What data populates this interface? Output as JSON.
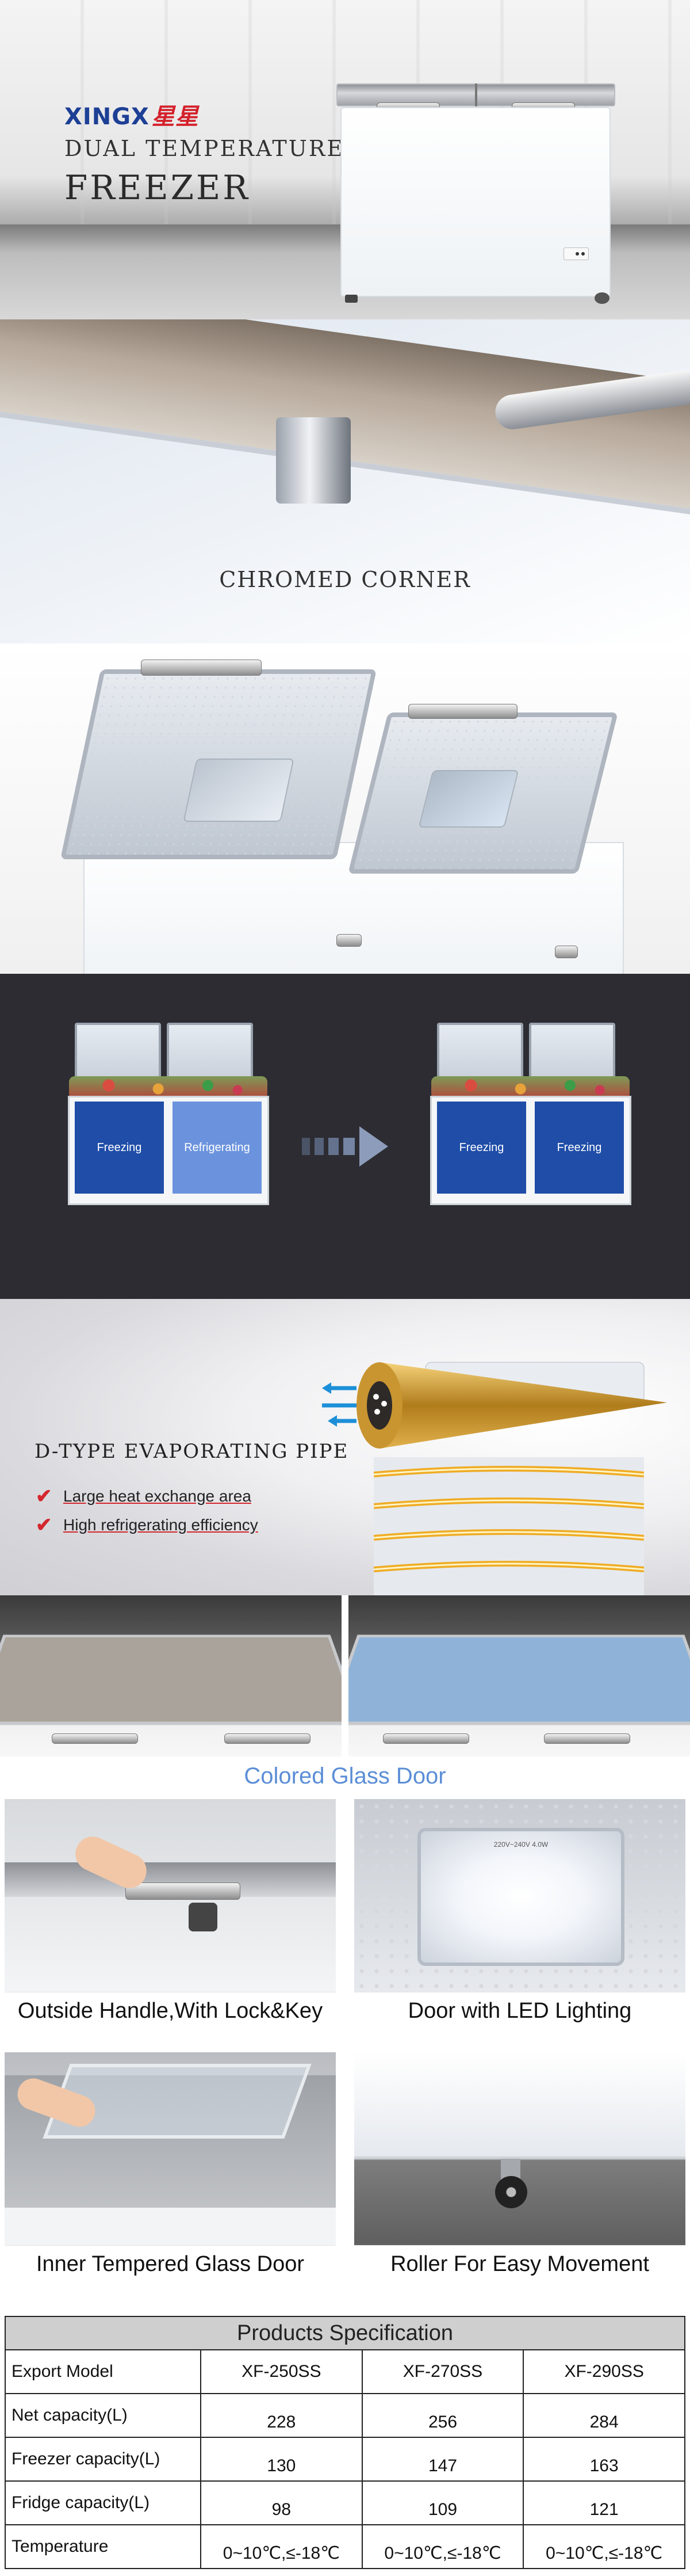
{
  "hero": {
    "brand": "XINGX",
    "brand_mark": "星星",
    "subtitle_line1": "DUAL TEMPERATURE",
    "subtitle_line2": "FREEZER"
  },
  "corner": {
    "label": "CHROMED CORNER"
  },
  "convert": {
    "left_zone1": "Freezing",
    "left_zone2": "Refrigerating",
    "right_zone1": "Freezing",
    "right_zone2": "Freezing"
  },
  "pipe": {
    "title": "D-TYPE EVAPORATING PIPE",
    "features": [
      "Large heat exchange area",
      "High refrigerating efficiency"
    ]
  },
  "colored": {
    "label": "Colored Glass Door",
    "left_color": "#a9a39b",
    "right_color": "#8fb3d8"
  },
  "features": [
    {
      "caption": "Outside Handle,With Lock&Key"
    },
    {
      "caption": "Door with LED Lighting",
      "led_label": "220V~240V  4.0W"
    },
    {
      "caption": "Inner Tempered Glass Door"
    },
    {
      "caption": "Roller For Easy Movement"
    }
  ],
  "spec": {
    "title": "Products Specification",
    "header": [
      "Export Model",
      "XF-250SS",
      "XF-270SS",
      "XF-290SS"
    ],
    "rows": [
      [
        "Net capacity(L)",
        "228",
        "256",
        "284"
      ],
      [
        "Freezer capacity(L)",
        "130",
        "147",
        "163"
      ],
      [
        "Fridge capacity(L)",
        "98",
        "109",
        "121"
      ],
      [
        "Temperature",
        "0~10℃,≤-18℃",
        "0~10℃,≤-18℃",
        "0~10℃,≤-18℃"
      ]
    ]
  }
}
